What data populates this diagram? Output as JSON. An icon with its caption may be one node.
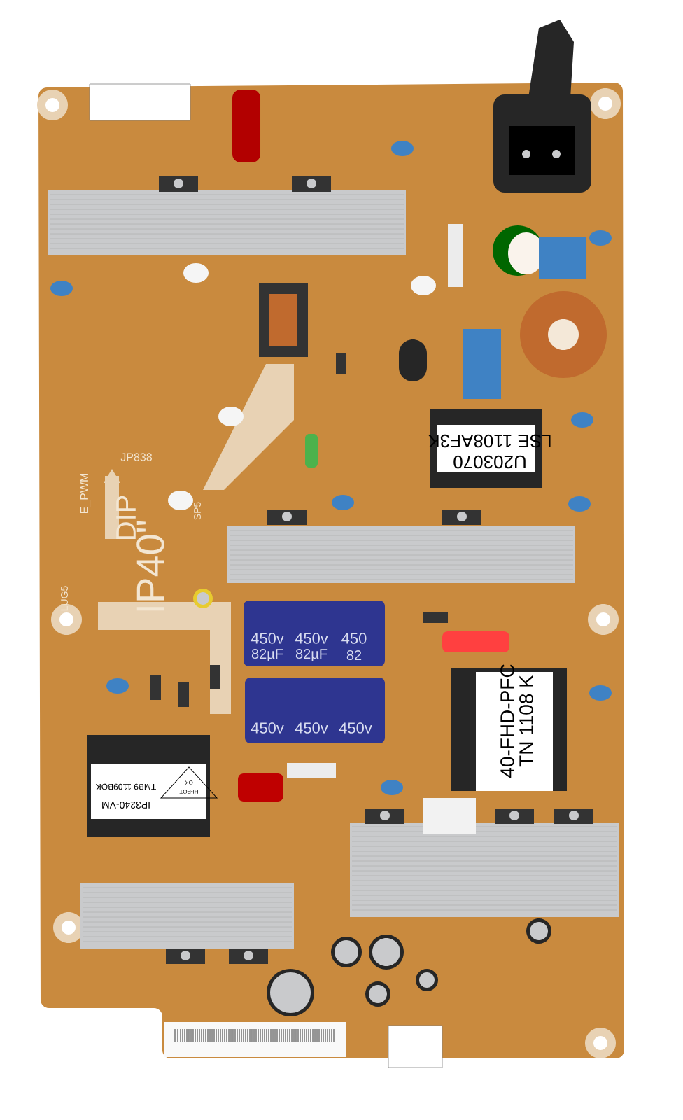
{
  "diagram": {
    "labels": [
      "U203070",
      "LSE 1108AF3K",
      "E_PWM",
      "DIP",
      "JP838",
      "SP5",
      "IP40\"",
      "LUG5",
      "450v",
      "450v",
      "450",
      "82µF",
      "82µF",
      "82",
      "450v",
      "450v",
      "450v",
      "40-FHD-PFC",
      "TN 1108 K",
      "HI-POT",
      "OK",
      "TMB9 1109BOK",
      "IP3240-VM"
    ]
  }
}
